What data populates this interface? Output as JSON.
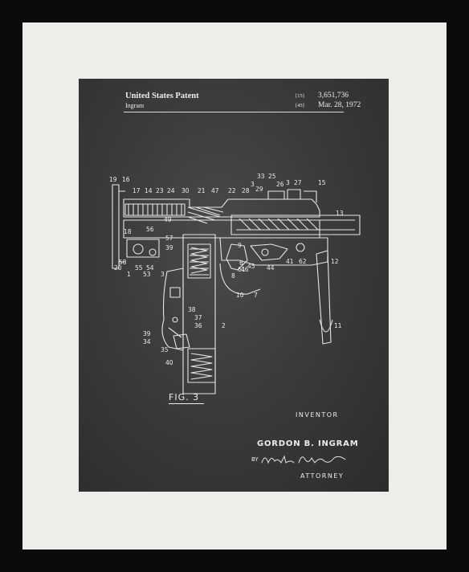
{
  "header": {
    "title": "United States Patent",
    "inventor_surname": "Ingram",
    "num_code": "[15]",
    "patent_number": "3,651,736",
    "date_code": "[45]",
    "date": "Mar. 28, 1972"
  },
  "figure": {
    "label": "FIG. 3"
  },
  "signature": {
    "inventor_label": "INVENTOR",
    "inventor_name": "GORDON B. INGRAM",
    "by_label": "BY",
    "attorney_signature": "Walter M. Rodgers",
    "attorney_label": "ATTORNEY"
  },
  "colors": {
    "frame": "#0b0b0b",
    "mat": "#efedea",
    "chalkboard": "#3b3b3b",
    "chalk": "#ececec"
  },
  "callouts": [
    "19",
    "16",
    "17",
    "14",
    "23",
    "24",
    "30",
    "21",
    "47",
    "22",
    "28",
    "3",
    "33",
    "25",
    "29",
    "26",
    "3",
    "27",
    "15",
    "13",
    "49",
    "18",
    "56",
    "57",
    "39",
    "58",
    "20",
    "55",
    "54",
    "53",
    "3",
    "1",
    "6",
    "46",
    "45",
    "9",
    "61",
    "8",
    "44",
    "41",
    "62",
    "12",
    "10",
    "7",
    "38",
    "37",
    "36",
    "2",
    "39",
    "34",
    "35",
    "40",
    "11"
  ]
}
